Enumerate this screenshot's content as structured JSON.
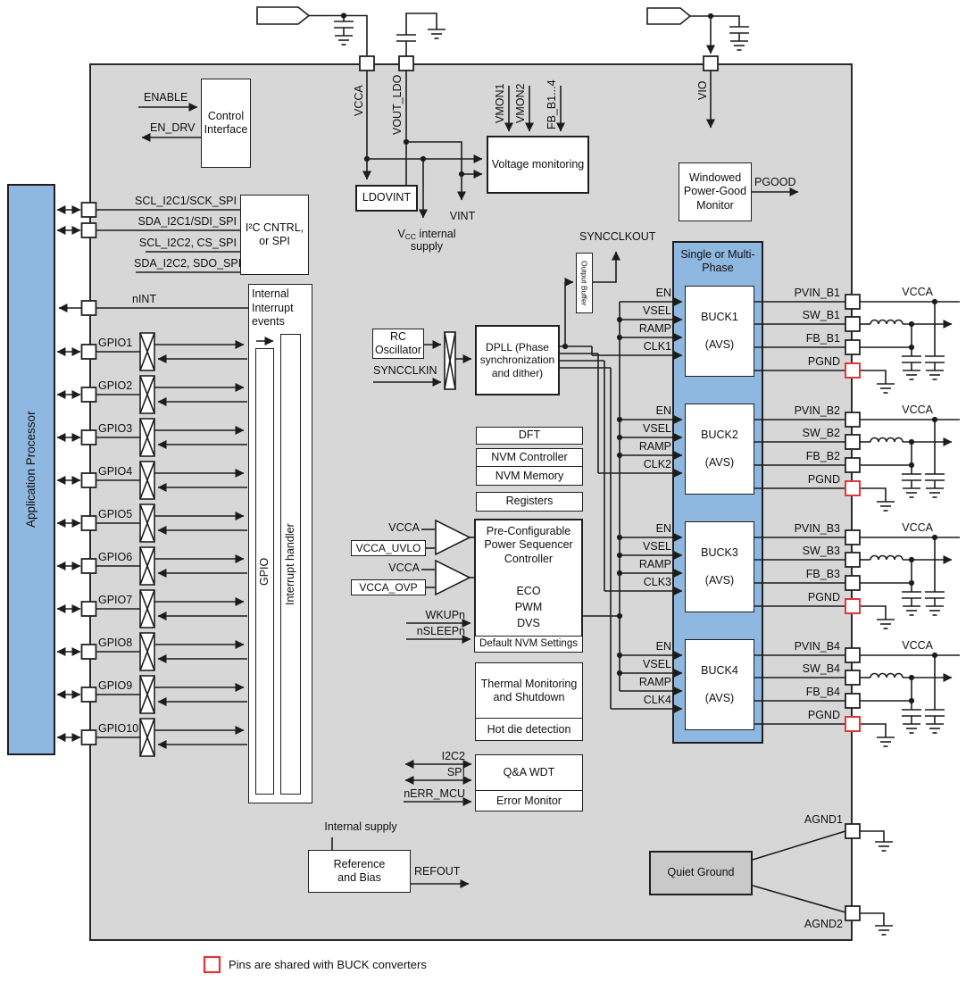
{
  "ext": {
    "vcca_tag": "VCCA",
    "vio_tag": "VIO"
  },
  "pins": {
    "vcca": "VCCA",
    "vout_ldo": "VOUT_LDO",
    "vio": "VIO"
  },
  "top": {
    "vmon1": "VMON1",
    "vmon2": "VMON2",
    "fb_b14": "FB_B1...4",
    "vint": "VINT",
    "vcc_v": "V",
    "vcc_sub": "CC",
    "vcc_rest": " internal",
    "vcc_line2": "supply",
    "syncclkout": "SYNCCLKOUT"
  },
  "blocks": {
    "control_interface": "Control Interface",
    "i2c": "I²C CNTRL, or SPI",
    "ldovint": "LDOVINT",
    "voltage_monitoring": "Voltage monitoring",
    "windowed_pg": "Windowed Power-Good Monitor",
    "single_multi": "Single or Multi-Phase",
    "output_buffer": "Output Buffer",
    "internal_interrupt": "Internal Interrupt events",
    "gpio_box": "GPIO",
    "interrupt_handler": "Interrupt handler",
    "application_processor": "Application Processor",
    "rc_osc": "RC Oscillator",
    "dpll": "DPLL (Phase synchronization and dither)",
    "dft": "DFT",
    "nvm_controller": "NVM Controller",
    "nvm_memory": "NVM Memory",
    "registers": "Registers",
    "sequencer_title": "Pre-Configurable Power Sequencer Controller",
    "eco": "ECO",
    "pwm": "PWM",
    "dvs": "DVS",
    "default_nvm": "Default NVM Settings",
    "thermal": "Thermal Monitoring and Shutdown",
    "hot_die": "Hot die detection",
    "qa_wdt": "Q&A WDT",
    "error_monitor": "Error Monitor",
    "reference_bias": "Reference and Bias",
    "quiet_ground": "Quiet Ground"
  },
  "sig": {
    "enable": "ENABLE",
    "en_drv": "EN_DRV",
    "i2c_rows": [
      "SCL_I2C1/SCK_SPI",
      "SDA_I2C1/SDI_SPI",
      "SCL_I2C2, CS_SPI",
      "SDA_I2C2, SDO_SPI"
    ],
    "nint": "nINT",
    "syncclkin": "SYNCCLKIN",
    "vcca": "VCCA",
    "vcca_uvlo": "VCCA_UVLO",
    "vcca_ovp": "VCCA_OVP",
    "wkupn": "WKUPn",
    "nsleepn": "nSLEEPn",
    "i2c2": "I2C2",
    "spi": "SPI",
    "nerr_mcu": "nERR_MCU",
    "internal_supply": "Internal supply",
    "refout": "REFOUT",
    "pgood": "PGOOD",
    "agnd1": "AGND1",
    "agnd2": "AGND2"
  },
  "shared": {
    "en": "EN",
    "vsel": "VSEL",
    "ramp": "RAMP",
    "pgnd": "PGND",
    "avs": "(AVS)",
    "vcca_rail": "VCCA"
  },
  "gpio": {
    "items": [
      "GPIO1",
      "GPIO2",
      "GPIO3",
      "GPIO4",
      "GPIO5",
      "GPIO6",
      "GPIO7",
      "GPIO8",
      "GPIO9",
      "GPIO10"
    ]
  },
  "bucks": [
    {
      "name": "BUCK1",
      "clk": "CLK1",
      "pvin": "PVIN_B1",
      "sw": "SW_B1",
      "fb": "FB_B1"
    },
    {
      "name": "BUCK2",
      "clk": "CLK2",
      "pvin": "PVIN_B2",
      "sw": "SW_B2",
      "fb": "FB_B2"
    },
    {
      "name": "BUCK3",
      "clk": "CLK3",
      "pvin": "PVIN_B3",
      "sw": "SW_B3",
      "fb": "FB_B3"
    },
    {
      "name": "BUCK4",
      "clk": "CLK4",
      "pvin": "PVIN_B4",
      "sw": "SW_B4",
      "fb": "FB_B4"
    }
  ],
  "legend": {
    "text": "Pins are shared with BUCK converters"
  },
  "colors": {
    "chip_fill": "#d7d7d7",
    "blue": "#8fb8e0",
    "shared_pin_red": "#e23439",
    "wire": "#1c1c1c",
    "quiet_ground_fill": "#c9c9c9"
  }
}
